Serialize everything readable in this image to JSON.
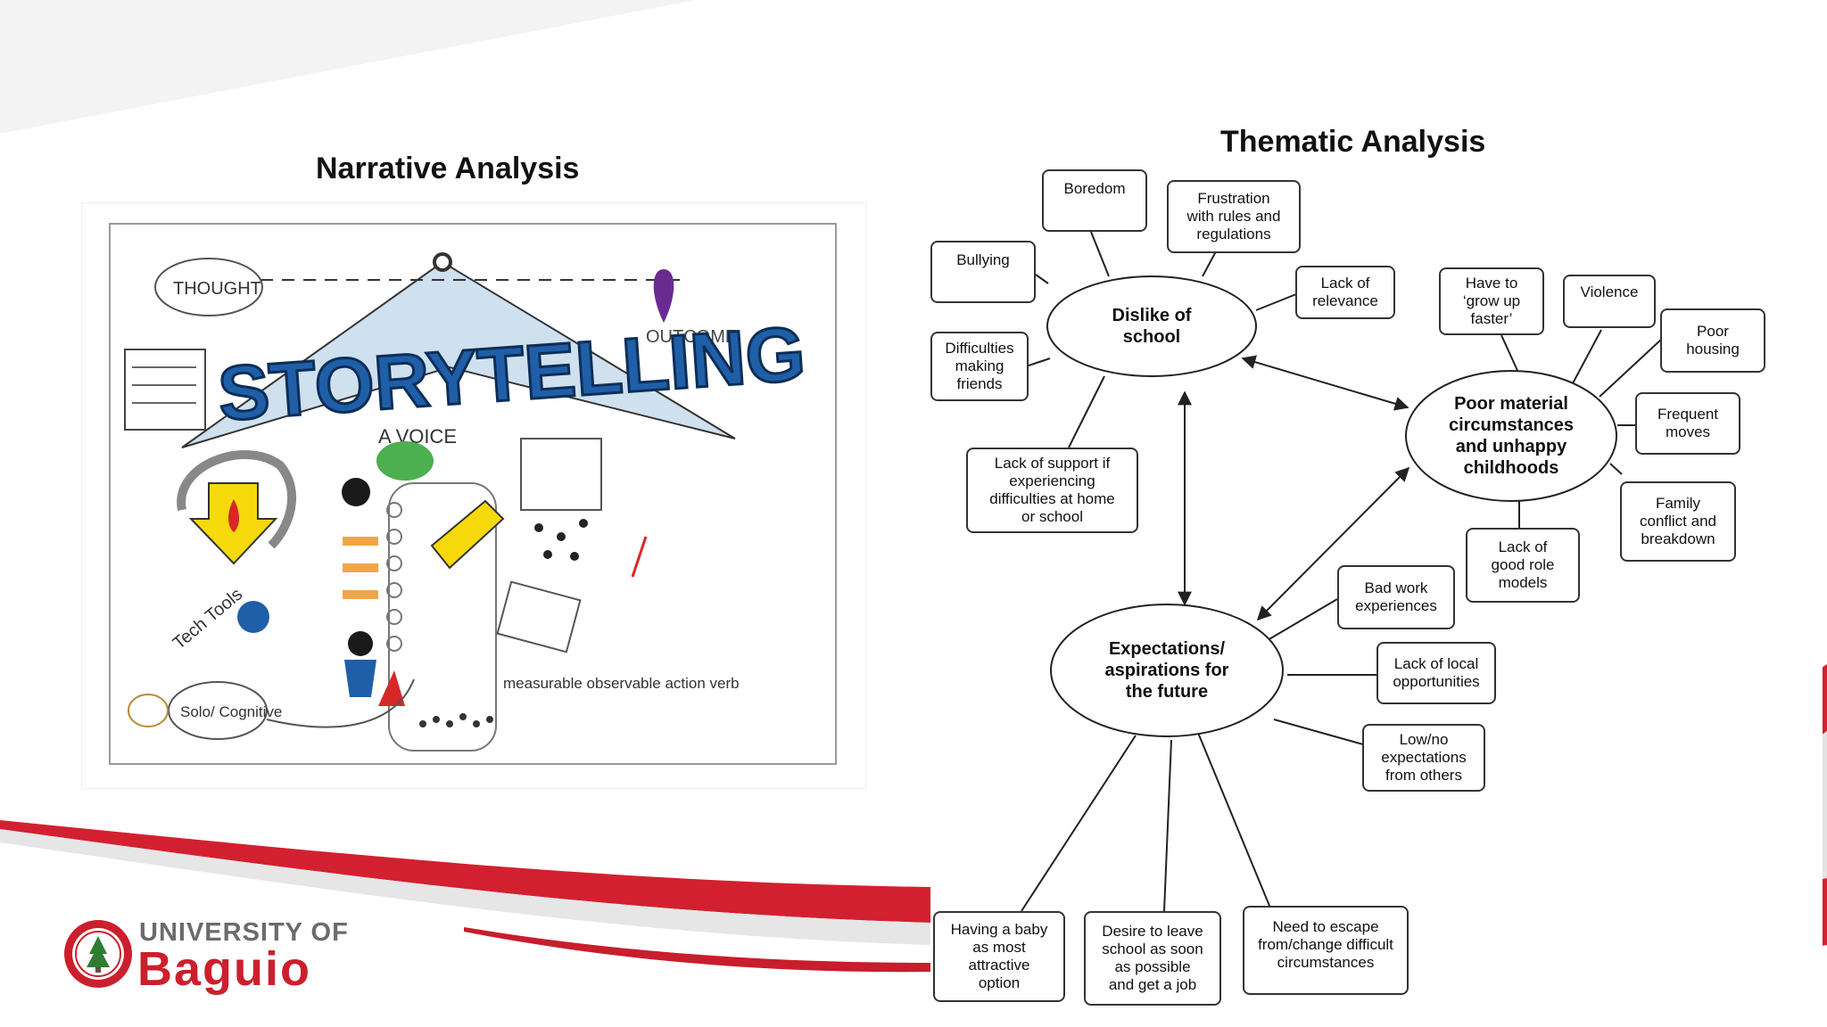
{
  "headings": {
    "narrative": "Narrative Analysis",
    "thematic": "Thematic Analysis"
  },
  "storytelling": {
    "title": "STORYTELLING",
    "labels": [
      "THOUGHT",
      "OUTCOME",
      "A VOICE",
      "Solo/ Cognitive",
      "measurable observable action verb",
      "Tech Tools"
    ]
  },
  "mindmap": {
    "hubs": {
      "dislike": "Dislike of\nschool",
      "poor": "Poor material\ncircumstances\nand unhappy\nchildhoods",
      "expect": "Expectations/\naspirations for\nthe future"
    },
    "boxes": {
      "boredom": "Boredom",
      "frustration": "Frustration\nwith rules and\nregulations",
      "bullying": "Bullying",
      "relevance": "Lack of\nrelevance",
      "difficulties": "Difficulties\nmaking\nfriends",
      "support": "Lack of support if\nexperiencing\ndifficulties at home\nor school",
      "grow_up": "Have to\n‘grow up\nfaster’",
      "violence": "Violence",
      "housing": "Poor\nhousing",
      "moves": "Frequent\nmoves",
      "family": "Family\nconflict and\nbreakdown",
      "role_models": "Lack of\ngood role\nmodels",
      "bad_work": "Bad work\nexperiences",
      "local_opps": "Lack of local\nopportunities",
      "low_expect": "Low/no\nexpectations\nfrom others",
      "baby": "Having a baby\nas most\nattractive\noption",
      "leave_school": "Desire to leave\nschool as soon\nas possible\nand get a job",
      "escape": "Need to escape\nfrom/change difficult\ncircumstances"
    }
  },
  "logo": {
    "line1": "UNIVERSITY OF",
    "line2": "Baguio"
  },
  "colors": {
    "brand_red": "#cc1f2d",
    "brand_gray": "#6b6b6b"
  }
}
